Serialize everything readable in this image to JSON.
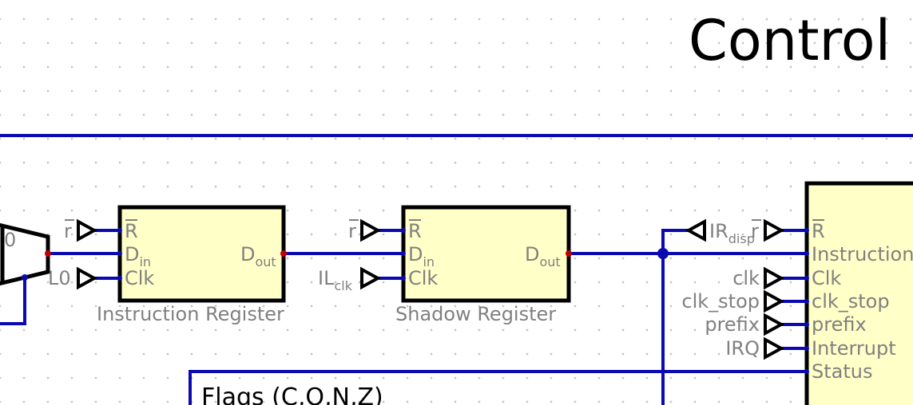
{
  "title": "Control",
  "labels": {
    "mux_zero": "0",
    "r_bar": "r",
    "l0": "L0",
    "il_main": "IL",
    "il_sub": "clk",
    "ir_main": "IR",
    "ir_sub": "disp",
    "clk": "clk",
    "clk_stop": "clk_stop",
    "prefix": "prefix",
    "irq": "IRQ",
    "flags": "Flags (C,O,N,Z)"
  },
  "instruction_register": {
    "caption": "Instruction Register",
    "r": "R",
    "d_main": "D",
    "d_in_sub": "in",
    "clk": "Clk",
    "d_out_sub": "out"
  },
  "shadow_register": {
    "caption": "Shadow Register",
    "r": "R",
    "d_main": "D",
    "d_in_sub": "in",
    "clk": "Clk",
    "d_out_sub": "out"
  },
  "control_unit": {
    "pins": [
      "R",
      "Instruction",
      "Clk",
      "clk_stop",
      "prefix",
      "Interrupt",
      "Status"
    ]
  }
}
